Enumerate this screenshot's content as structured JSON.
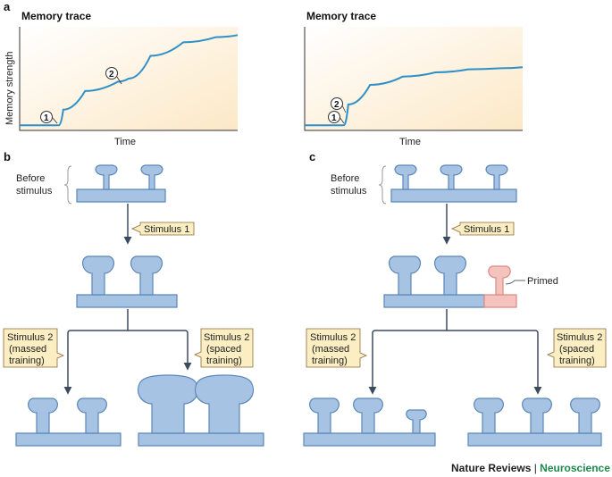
{
  "panels": {
    "a": "a",
    "b": "b",
    "c": "c"
  },
  "chart_data": [
    {
      "type": "line",
      "title": "Memory trace",
      "xlabel": "Time",
      "ylabel": "Memory strength",
      "markers": [
        "1",
        "2"
      ],
      "series": [
        {
          "x": [
            0,
            0.18,
            0.2,
            0.3,
            0.45,
            0.5,
            0.6,
            0.75,
            0.9,
            1.0
          ],
          "values": [
            0.05,
            0.05,
            0.2,
            0.38,
            0.47,
            0.5,
            0.72,
            0.85,
            0.9,
            0.92
          ]
        }
      ]
    },
    {
      "type": "line",
      "title": "Memory trace",
      "xlabel": "Time",
      "ylabel": "",
      "markers": [
        "2",
        "1"
      ],
      "series": [
        {
          "x": [
            0,
            0.18,
            0.2,
            0.3,
            0.45,
            0.6,
            0.75,
            0.9,
            1.0
          ],
          "values": [
            0.05,
            0.05,
            0.25,
            0.44,
            0.52,
            0.56,
            0.59,
            0.6,
            0.61
          ]
        }
      ]
    }
  ],
  "panel_b": {
    "before_label_1": "Before",
    "before_label_2": "stimulus",
    "stimulus1": "Stimulus 1",
    "massed": [
      "Stimulus 2",
      "(massed",
      "training)"
    ],
    "spaced": [
      "Stimulus 2",
      "(spaced",
      "training)"
    ]
  },
  "panel_c": {
    "before_label_1": "Before",
    "before_label_2": "stimulus",
    "stimulus1": "Stimulus 1",
    "primed": "Primed",
    "massed": [
      "Stimulus 2",
      "(massed",
      "training)"
    ],
    "spaced": [
      "Stimulus 2",
      "(spaced",
      "training)"
    ]
  },
  "footer": {
    "journal": "Nature Reviews",
    "separator": " | ",
    "section": "Neuroscience"
  },
  "colors": {
    "curve": "#2f8fc7",
    "neuron_fill": "#a7c3e3",
    "primed_fill": "#f4c3be",
    "callout_fill": "#fbeec2",
    "accent_green": "#1f8a4c"
  }
}
